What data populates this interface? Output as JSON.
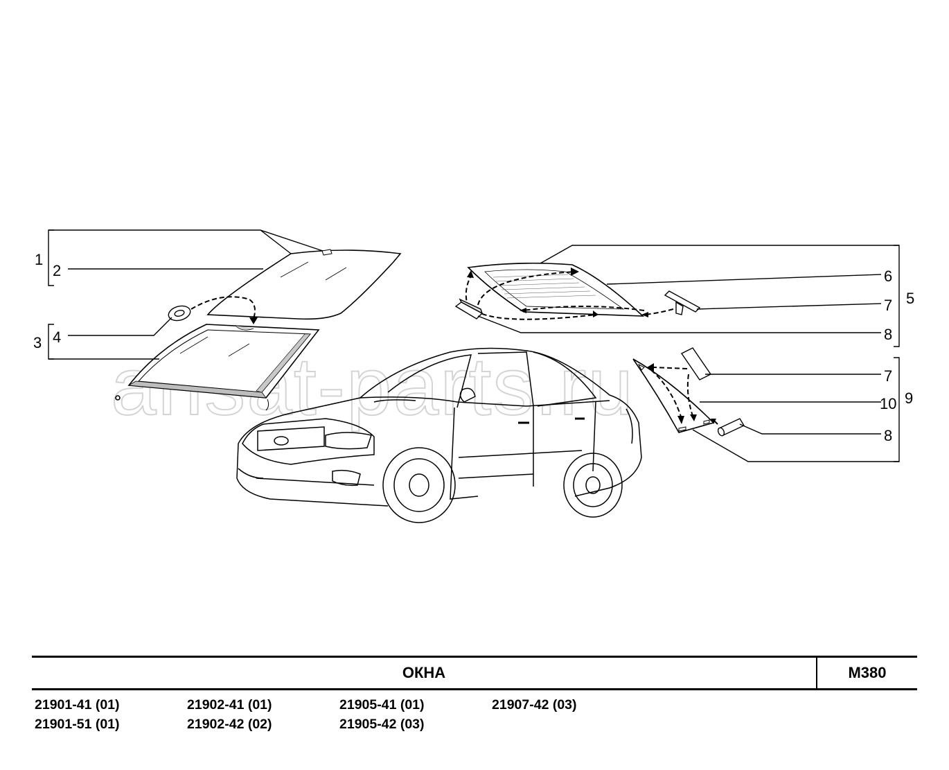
{
  "watermark": "ansat-parts.ru",
  "callouts": {
    "c1": "1",
    "c2": "2",
    "c3": "3",
    "c4": "4",
    "c5": "5",
    "c6": "6",
    "c7a": "7",
    "c8a": "8",
    "c7b": "7",
    "c9": "9",
    "c10": "10",
    "c8b": "8"
  },
  "title": {
    "section": "ОКНА",
    "code": "М380"
  },
  "models": {
    "col1": [
      "21901-41 (01)",
      "21901-51 (01)"
    ],
    "col2": [
      "21902-41 (01)",
      "21902-42 (02)"
    ],
    "col3": [
      "21905-41 (01)",
      "21905-42 (03)"
    ],
    "col4": [
      "21907-42 (03)"
    ]
  }
}
